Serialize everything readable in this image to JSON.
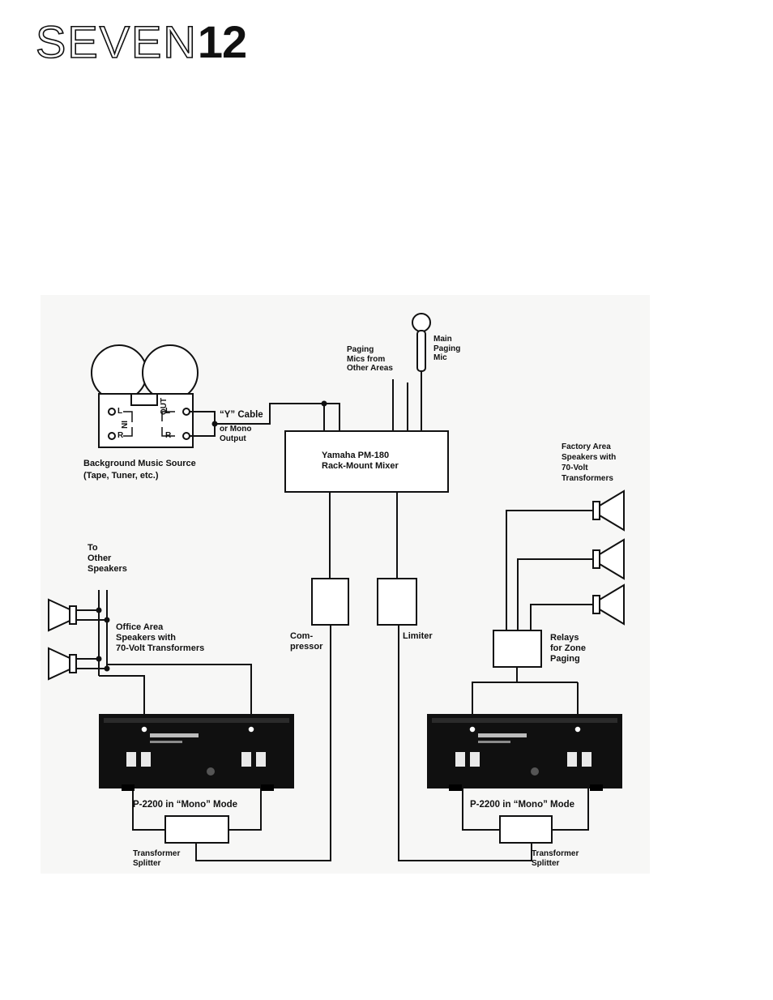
{
  "logo": {
    "outline_text": "SEVEN",
    "solid_text": "12"
  },
  "labels": {
    "main_mic": "Main\nPaging\nMic",
    "paging_mics": "Paging\nMics from\nOther Areas",
    "y_cable": "“Y” Cable",
    "mono_output": "or Mono\nOutput",
    "bg_music": "Background Music Source\n(Tape, Tuner, etc.)",
    "mixer": "Yamaha PM-180\nRack-Mount Mixer",
    "factory_area": "Factory Area\nSpeakers with\n70-Volt\nTransformers",
    "to_other": "To\nOther\nSpeakers",
    "office_area": "Office Area\nSpeakers with\n70-Volt Transformers",
    "compressor": "Com-\npressor",
    "limiter": "Limiter",
    "relays": "Relays\nfor Zone\nPaging",
    "amp_left": "P-2200 in “Mono” Mode",
    "amp_right": "P-2200 in “Mono” Mode",
    "splitter_left": "Transformer\nSplitter",
    "splitter_right": "Transformer\nSplitter",
    "deck_in": "IN",
    "deck_out": "OUT",
    "l": "L",
    "r": "R"
  }
}
